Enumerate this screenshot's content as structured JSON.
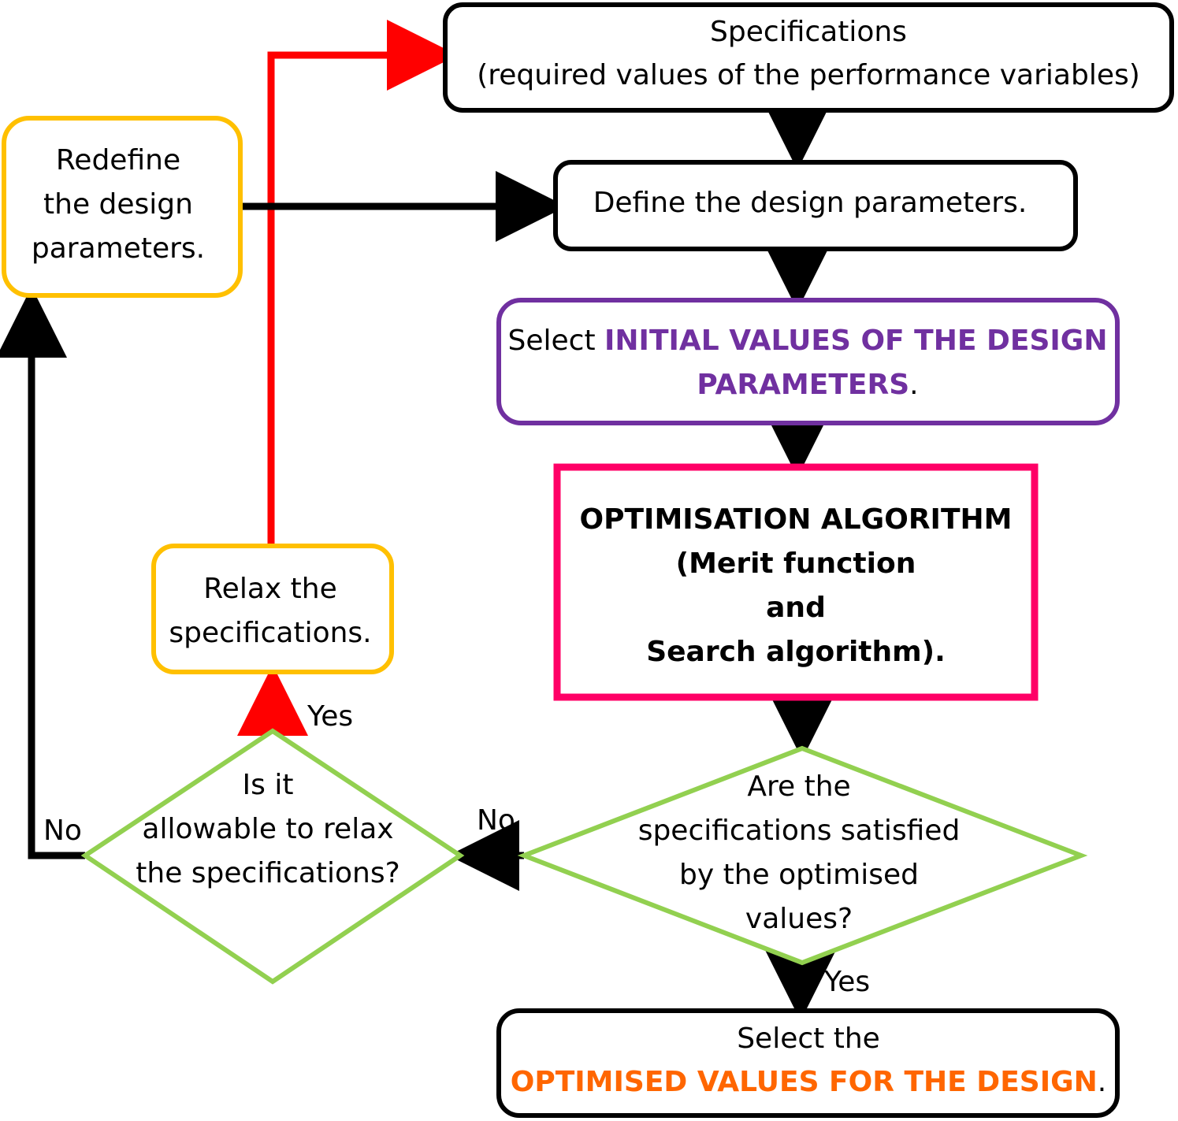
{
  "nodes": {
    "specifications": {
      "line1": "Specifications",
      "line2": "(required values of the performance variables)"
    },
    "define_params": {
      "line1": "Define the design parameters."
    },
    "select_initial": {
      "prefix": "Select ",
      "highlight1": "INITIAL VALUES OF THE DESIGN",
      "highlight2": "PARAMETERS",
      "suffix": "."
    },
    "optimisation": {
      "line1": "OPTIMISATION ALGORITHM",
      "line2": "(Merit function",
      "line3": "and",
      "line4": "Search algorithm)."
    },
    "decision_satisfied": {
      "line1": "Are the",
      "line2": "specifications satisfied",
      "line3": "by the optimised",
      "line4": "values?"
    },
    "select_optimised": {
      "line1": "Select the",
      "highlight": "OPTIMISED VALUES FOR THE DESIGN",
      "suffix": "."
    },
    "decision_relax": {
      "line1": "Is it",
      "line2": "allowable to relax",
      "line3": "the specifications?"
    },
    "relax_specs": {
      "line1": "Relax the",
      "line2": "specifications."
    },
    "redefine_params": {
      "line1": "Redefine",
      "line2": "the design",
      "line3": "parameters."
    }
  },
  "edge_labels": {
    "satisfied_yes": "Yes",
    "satisfied_no": "No",
    "relax_yes": "Yes",
    "relax_no": "No"
  },
  "colors": {
    "black": "#000000",
    "orange_border": "#ffc000",
    "purple": "#7030a0",
    "magenta": "#ff0066",
    "green": "#92d050",
    "red": "#ff0000",
    "orange_text": "#ff6600"
  }
}
